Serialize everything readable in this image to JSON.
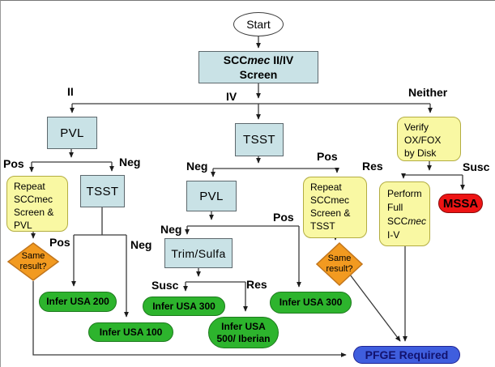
{
  "diagram_title": "SCCmec II/IV screening decision flowchart",
  "colors": {
    "process_box": "#c9e2e6",
    "note_box": "#f9f8a3",
    "infer_oval": "#2db42d",
    "decision_diamond": "#f29a20",
    "mssa_oval": "#ee1414",
    "pfge_oval": "#3f5ede",
    "connector": "#333333"
  },
  "nodes": {
    "start": {
      "label": "Start"
    },
    "screen": {
      "l1a": "SCC",
      "l1b": "mec",
      "l1c": " II/IV",
      "l2": "Screen"
    },
    "pvl_left": {
      "label": "PVL"
    },
    "tsst_left": {
      "label": "TSST"
    },
    "repeat_pvl": {
      "label": "Repeat\nSCCmec\nScreen &\nPVL"
    },
    "same1": {
      "label": "Same\nresult?"
    },
    "usa200": {
      "label": "Infer USA 200"
    },
    "usa100": {
      "label": "Infer USA 100"
    },
    "tsst_mid": {
      "label": "TSST"
    },
    "pvl_mid": {
      "label": "PVL"
    },
    "trim_sulfa": {
      "label": "Trim/Sulfa"
    },
    "usa300_left": {
      "label": "Infer USA 300"
    },
    "usa500_iberian": {
      "label": "Infer USA\n500/ Iberian"
    },
    "usa300_right": {
      "label": "Infer USA 300"
    },
    "repeat_tsst": {
      "label": "Repeat\nSCCmec\nScreen &\nTSST"
    },
    "same2": {
      "label": "Same\nresult?"
    },
    "verify": {
      "label": "Verify\nOX/FOX\nby Disk"
    },
    "perform": {
      "l1": "Perform",
      "l2": "Full",
      "l3a": "SCC",
      "l3b": "mec",
      "l4": "I-V"
    },
    "mssa": {
      "label": "MSSA"
    },
    "pfge": {
      "label": "PFGE Required"
    }
  },
  "edge_labels": {
    "ii": "II",
    "iv": "IV",
    "neither": "Neither",
    "pvl_left_pos": "Pos",
    "pvl_left_neg": "Neg",
    "tsst_left_pos": "Pos",
    "tsst_left_neg": "Neg",
    "tsst_mid_neg": "Neg",
    "tsst_mid_pos": "Pos",
    "pvl_mid_neg": "Neg",
    "pvl_mid_pos": "Pos",
    "trim_susc": "Susc",
    "trim_res": "Res",
    "verify_res": "Res",
    "verify_susc": "Susc"
  }
}
